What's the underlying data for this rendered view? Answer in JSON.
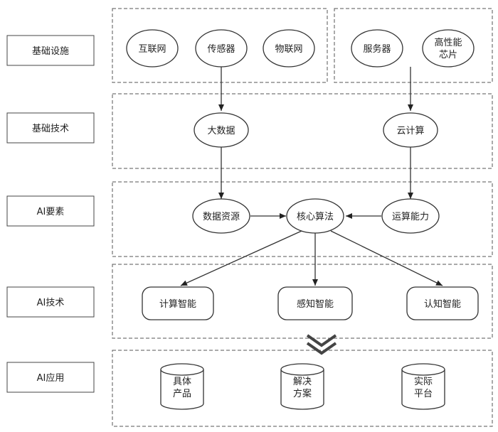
{
  "layers": [
    {
      "label": "基础设施"
    },
    {
      "label": "基础技术"
    },
    {
      "label": "AI要素"
    },
    {
      "label": "AI技术"
    },
    {
      "label": "AI应用"
    }
  ],
  "nodes": {
    "internet": [
      "互联网"
    ],
    "sensor": [
      "传感器"
    ],
    "iot": [
      "物联网"
    ],
    "server": [
      "服务器"
    ],
    "chip": [
      "高性能",
      "芯片"
    ],
    "bigdata": [
      "大数据"
    ],
    "cloud": [
      "云计算"
    ],
    "data": [
      "数据资源"
    ],
    "algo": [
      "核心算法"
    ],
    "compute": [
      "运算能力"
    ],
    "calc_intel": [
      "计算智能"
    ],
    "perc_intel": [
      "感知智能"
    ],
    "cog_intel": [
      "认知智能"
    ],
    "product": [
      "具体",
      "产品"
    ],
    "solution": [
      "解决",
      "方案"
    ],
    "platform": [
      "实际",
      "平台"
    ]
  },
  "edges": [
    [
      "sensor",
      "bigdata"
    ],
    [
      "server",
      "cloud"
    ],
    [
      "bigdata",
      "data"
    ],
    [
      "cloud",
      "compute"
    ],
    [
      "data",
      "algo"
    ],
    [
      "compute",
      "algo"
    ],
    [
      "algo",
      "calc_intel"
    ],
    [
      "algo",
      "perc_intel"
    ],
    [
      "algo",
      "cog_intel"
    ]
  ]
}
